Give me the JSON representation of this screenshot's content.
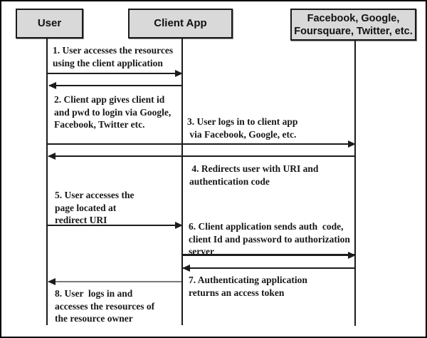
{
  "diagram": {
    "type": "sequence-diagram",
    "actors": [
      {
        "id": "user",
        "label": "User"
      },
      {
        "id": "client-app",
        "label": "Client App"
      },
      {
        "id": "auth-providers",
        "label": "Facebook, Google,\nFoursquare, Twitter, etc."
      }
    ],
    "messages": [
      {
        "num": 1,
        "from": "User",
        "to": "Client App",
        "direction": "right",
        "text": "1. User accesses the resources\nusing the client application"
      },
      {
        "num": 2,
        "from": "Client App",
        "to": "User",
        "direction": "left",
        "text": "2. Client app gives client id\nand pwd to login via Google,\nFacebook, Twitter etc."
      },
      {
        "num": 3,
        "from": "User",
        "to": "Facebook, Google, Foursquare, Twitter, etc.",
        "direction": "right",
        "text": "3. User logs in to client app\n via Facebook, Google, etc."
      },
      {
        "num": 4,
        "from": "Facebook, Google, Foursquare, Twitter, etc.",
        "to": "User",
        "direction": "left",
        "text": " 4. Redirects user with URI and\nauthentication code"
      },
      {
        "num": 5,
        "from": "User",
        "to": "Client App",
        "direction": "right",
        "text": "5. User accesses the\npage located at\nredirect URI"
      },
      {
        "num": 6,
        "from": "Client App",
        "to": "Facebook, Google, Foursquare, Twitter, etc.",
        "direction": "right",
        "text": "6. Client application sends auth  code,\nclient Id and password to authorization\nserver"
      },
      {
        "num": 7,
        "from": "Facebook, Google, Foursquare, Twitter, etc.",
        "to": "Client App",
        "direction": "left",
        "text": "7. Authenticating application\nreturns an access token"
      },
      {
        "num": 8,
        "from": "Client App",
        "to": "User",
        "direction": "left",
        "text": "8. User  logs in and\naccesses the resources of\nthe resource owner"
      }
    ],
    "colors": {
      "actor_fill": "#d9d9d9",
      "actor_border": "#1a1a1a",
      "line": "#1c1c1c",
      "muted_line": "#7a7a7a",
      "background": "#ffffff"
    }
  }
}
